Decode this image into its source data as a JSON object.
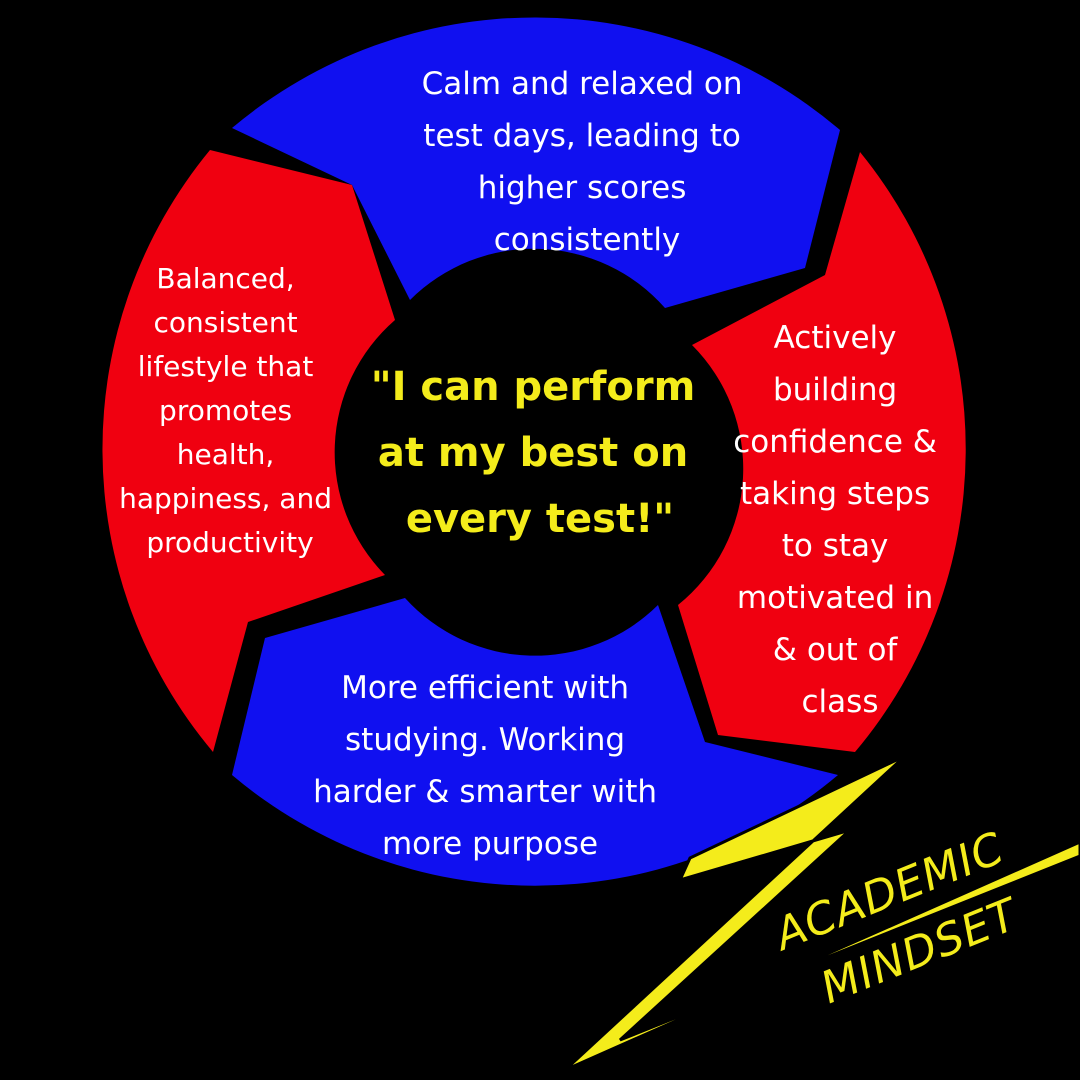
{
  "colors": {
    "background": "#000000",
    "blue_segment": "#1010f0",
    "red_segment": "#f00010",
    "center": "#000000",
    "accent_yellow": "#f4ec1b",
    "text_white": "#ffffff"
  },
  "center": {
    "lines": [
      "\"I can perform",
      "at my best on",
      "every test!\""
    ]
  },
  "segments": {
    "top": {
      "lines": [
        "Calm and relaxed on",
        "test days, leading to",
        "higher scores",
        "consistently"
      ]
    },
    "right": {
      "lines": [
        "Actively",
        "building",
        "confidence &",
        "taking steps",
        "to stay",
        "motivated in",
        "& out of",
        "class"
      ]
    },
    "bottom": {
      "lines": [
        "More efficient with",
        "studying. Working",
        "harder & smarter with",
        "more purpose"
      ]
    },
    "left": {
      "lines": [
        "Balanced,",
        "consistent",
        "lifestyle that",
        "promotes",
        "health,",
        "happiness, and",
        "productivity"
      ]
    }
  },
  "logo": {
    "icon": "lightning-z-icon",
    "line1": "ACADEMIC",
    "line2": "MINDSET"
  }
}
